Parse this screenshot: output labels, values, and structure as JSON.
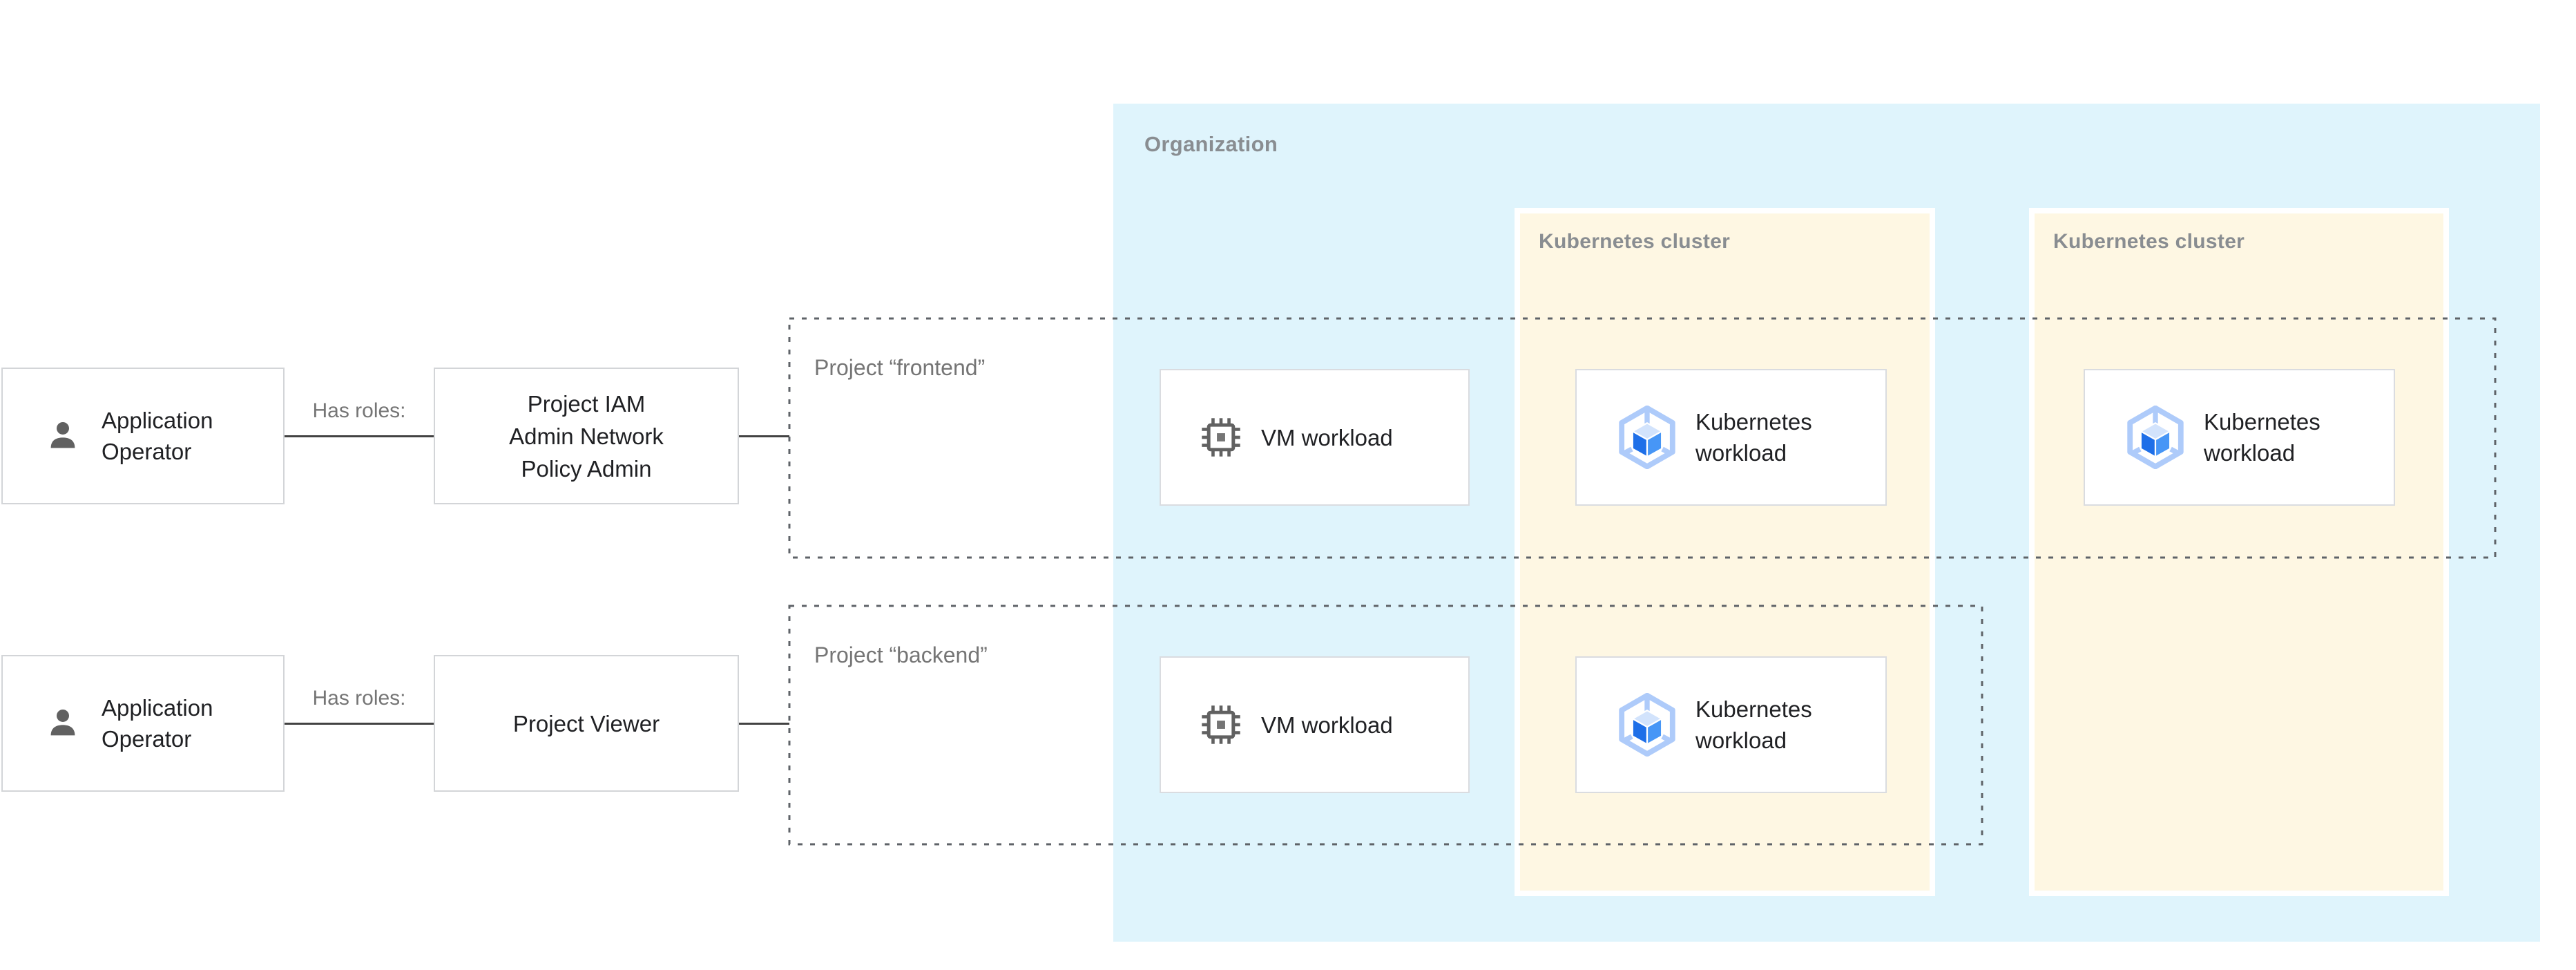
{
  "organization": {
    "label": "Organization"
  },
  "clusters": [
    {
      "label": "Kubernetes cluster"
    },
    {
      "label": "Kubernetes cluster"
    }
  ],
  "rows": [
    {
      "actor_label": "Application\nOperator",
      "relation_label": "Has roles:",
      "role_label": "Project IAM\nAdmin Network\nPolicy Admin",
      "project_label": "Project “frontend”",
      "workloads": [
        {
          "type": "vm",
          "label": "VM workload"
        },
        {
          "type": "kubernetes",
          "label": "Kubernetes\nworkload"
        },
        {
          "type": "kubernetes",
          "label": "Kubernetes\nworkload"
        }
      ]
    },
    {
      "actor_label": "Application\nOperator",
      "relation_label": "Has roles:",
      "role_label": "Project Viewer",
      "project_label": "Project “backend”",
      "workloads": [
        {
          "type": "vm",
          "label": "VM workload"
        },
        {
          "type": "kubernetes",
          "label": "Kubernetes\nworkload"
        }
      ]
    }
  ],
  "icons": {
    "actor_icon": "person-icon",
    "vm_icon": "cpu-chip-icon",
    "kubernetes_icon": "gke-hexagon-cube-icon"
  },
  "colors": {
    "organization_bg": "#DFF4FC",
    "cluster_bg": "#FEF7E3",
    "cluster_outline": "#FFFFFF",
    "card_border": "#DADCE0",
    "node_border": "#D3D5D8",
    "dashed_boundary": "#5F6368",
    "connector": "#424242",
    "muted_text": "#757575",
    "container_label_text": "#898D91",
    "body_text": "#202124",
    "icon_gray": "#616161",
    "icon_gray_core": "#757575",
    "k8s_hex_blue": "#AECBFA",
    "k8s_top_face": "#D2E3FC",
    "k8s_left_face": "#1E6FE8",
    "k8s_right_face": "#4796F6"
  }
}
